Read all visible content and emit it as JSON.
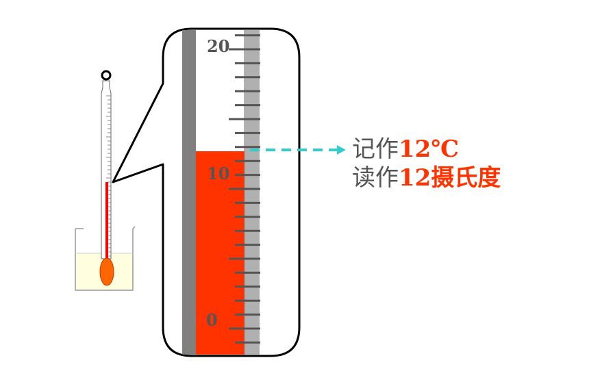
{
  "scale_labels": [
    "20",
    "10",
    "0"
  ],
  "reading": {
    "write_prefix": "记作",
    "write_value": "12℃",
    "read_prefix": "读作",
    "read_value": "12摄氏度"
  },
  "temperature_value": 12,
  "scale_range": [
    0,
    20
  ],
  "colors": {
    "liquid": "#ff3300",
    "arrow": "#33cccc",
    "tube_border": "#000000",
    "scale_bar": "#b0b0b0",
    "glass_edge": "#808080",
    "beaker_liquid": "#ffffe0",
    "bulb": "#ff6600"
  },
  "icons": {
    "arrow": "right-arrow-dashed",
    "thermometer": "thermometer-in-beaker"
  }
}
